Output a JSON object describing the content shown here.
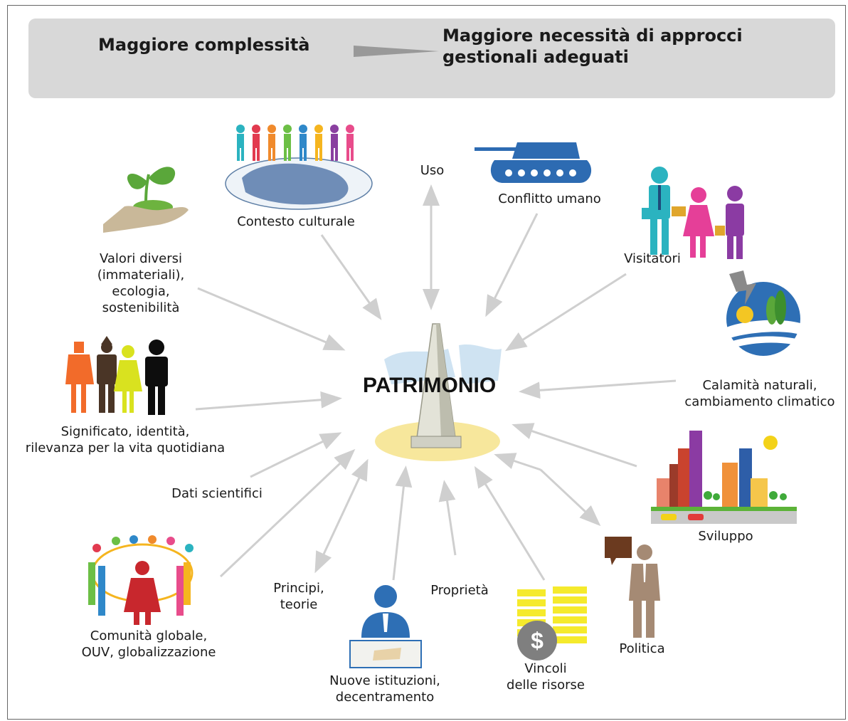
{
  "header": {
    "left_text": "Maggiore complessità",
    "right_text": "Maggiore necessità di approcci gestionali adeguati"
  },
  "center": {
    "title": "PATRIMONIO"
  },
  "factors": {
    "cultural_context": "Contesto culturale",
    "use": "Uso",
    "human_conflict": "Conflitto umano",
    "visitors": "Visitatori",
    "values": "Valori diversi\n(immateriali),\necologia,\nsostenibilità",
    "natural_disasters": "Calamità naturali,\ncambiamento climatico",
    "meaning": "Significato, identità,\nrilevanza per la vita quotidiana",
    "development": "Sviluppo",
    "scientific_data": "Dati scientifici",
    "global_community": "Comunità globale,\nOUV, globalizzazione",
    "principles": "Principi,\nteorie",
    "new_institutions": "Nuove istituzioni,\ndecentramento",
    "ownership": "Proprietà",
    "resource_constraints": "Vincoli\ndelle risorse",
    "politics": "Politica"
  },
  "icons": {
    "cultural_context": "people-on-globe-icon",
    "human_conflict": "tank-icon",
    "visitors": "tourists-icon",
    "values": "plant-in-hand-icon",
    "natural_disasters": "landscape-storm-icon",
    "meaning": "family-figures-icon",
    "development": "city-skyline-icon",
    "global_community": "people-circle-icon",
    "new_institutions": "person-at-desk-icon",
    "resource_constraints": "money-stack-icon",
    "politics": "speaker-icon",
    "center": "monument-icon"
  },
  "colors": {
    "banner": "#d8d8d8",
    "arrow": "#cfcfcf",
    "accent_blue": "#2e6fb5"
  }
}
